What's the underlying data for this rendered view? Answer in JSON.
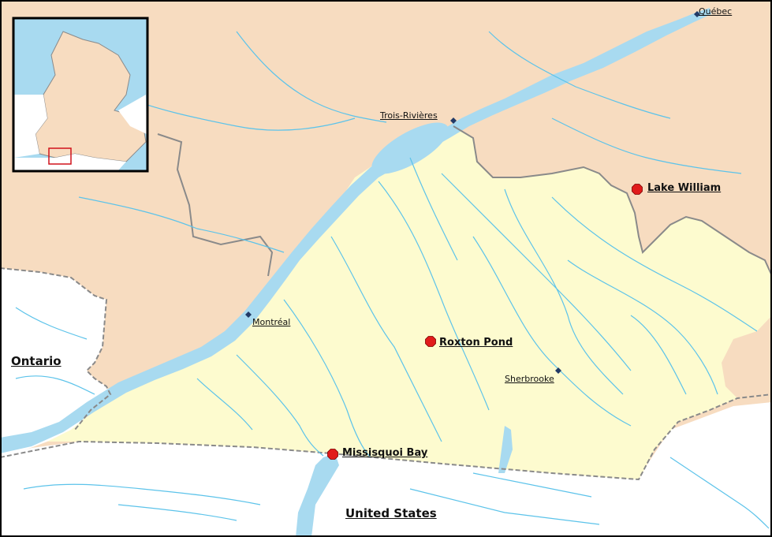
{
  "map": {
    "colors": {
      "water": "#a8daf0",
      "river": "#5cc3ea",
      "region": "#fdfbcf",
      "other_quebec": "#f7dcc0",
      "outside": "#ffffff",
      "border": "#8a8a8a",
      "site_marker": "#e11b1b",
      "town_marker": "#223a66",
      "inset_frame": "#000000",
      "inset_highlight": "#d0121b"
    },
    "cities": [
      {
        "name": "Québec"
      },
      {
        "name": "Trois-Rivières"
      },
      {
        "name": "Montréal"
      },
      {
        "name": "Sherbrooke"
      }
    ],
    "sites": [
      {
        "name": "Lake William"
      },
      {
        "name": "Roxton Pond"
      },
      {
        "name": "Missisquoi Bay"
      }
    ],
    "regions": [
      {
        "name": "Ontario"
      },
      {
        "name": "United States"
      }
    ],
    "icons": {
      "site": "red-octagon-marker-icon",
      "city": "blue-diamond-marker-icon"
    }
  }
}
